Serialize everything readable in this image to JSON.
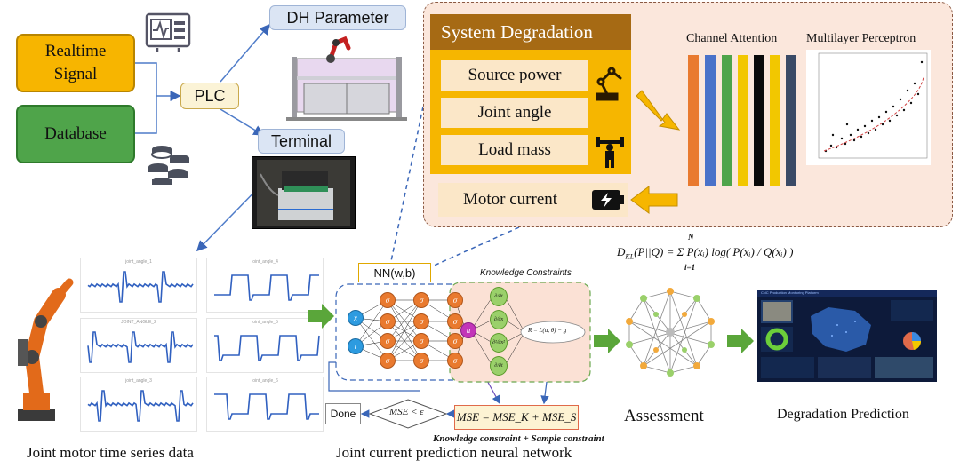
{
  "inputs": {
    "realtime_signal": "Realtime Signal",
    "database": "Database",
    "plc": "PLC",
    "dh_parameter": "DH Parameter",
    "terminal": "Terminal"
  },
  "system_degradation": {
    "title": "System Degradation",
    "factors": [
      "Source power",
      "Joint angle",
      "Load mass"
    ],
    "output": "Motor current"
  },
  "attention": {
    "channel_attention": "Channel Attention",
    "mlp": "Multilayer Perceptron",
    "bar_colors": [
      "#e97a2f",
      "#4a72c9",
      "#4fa44a",
      "#f2c700",
      "#0a0a0a",
      "#f2c700",
      "#3a4a66"
    ]
  },
  "timeseries": {
    "titles": [
      "joint_angle_1",
      "joint_angle_4",
      "JOINT_ANGLE_2",
      "joint_angle_5",
      "joint_angle_3",
      "joint_angle_6"
    ],
    "caption": "Joint motor time series data"
  },
  "network": {
    "nn_label": "NN(w,b)",
    "knowledge_title": "Knowledge Constraints",
    "residual": "R = L(u, θ) − g",
    "input_nodes": [
      "x",
      "t"
    ],
    "hidden_label": "σ",
    "output_node": "u",
    "derivatives": [
      "∂/∂t",
      "∂/∂x",
      "∂²/∂x²",
      "∂/∂t"
    ],
    "done": "Done",
    "condition": "MSE < ε",
    "mse": "MSE = MSE_K + MSE_S",
    "constraint_caption": "Knowledge constraint + Sample constraint",
    "caption": "Joint current prediction neural network"
  },
  "assessment": {
    "formula_lhs": "D",
    "formula_sub": "KL",
    "formula_rest": "(P||Q) = Σ P(xᵢ) log( P(xᵢ) / Q(xᵢ) )",
    "formula_top": "N",
    "formula_bottom": "i=1",
    "caption": "Assessment"
  },
  "prediction": {
    "dashboard_title": "CNC Production Monitoring Platform",
    "caption": "Degradation Prediction"
  },
  "icons": [
    "monitor-icon",
    "database-icon",
    "robot-arm-icon",
    "dumbbell-icon",
    "battery-icon"
  ]
}
